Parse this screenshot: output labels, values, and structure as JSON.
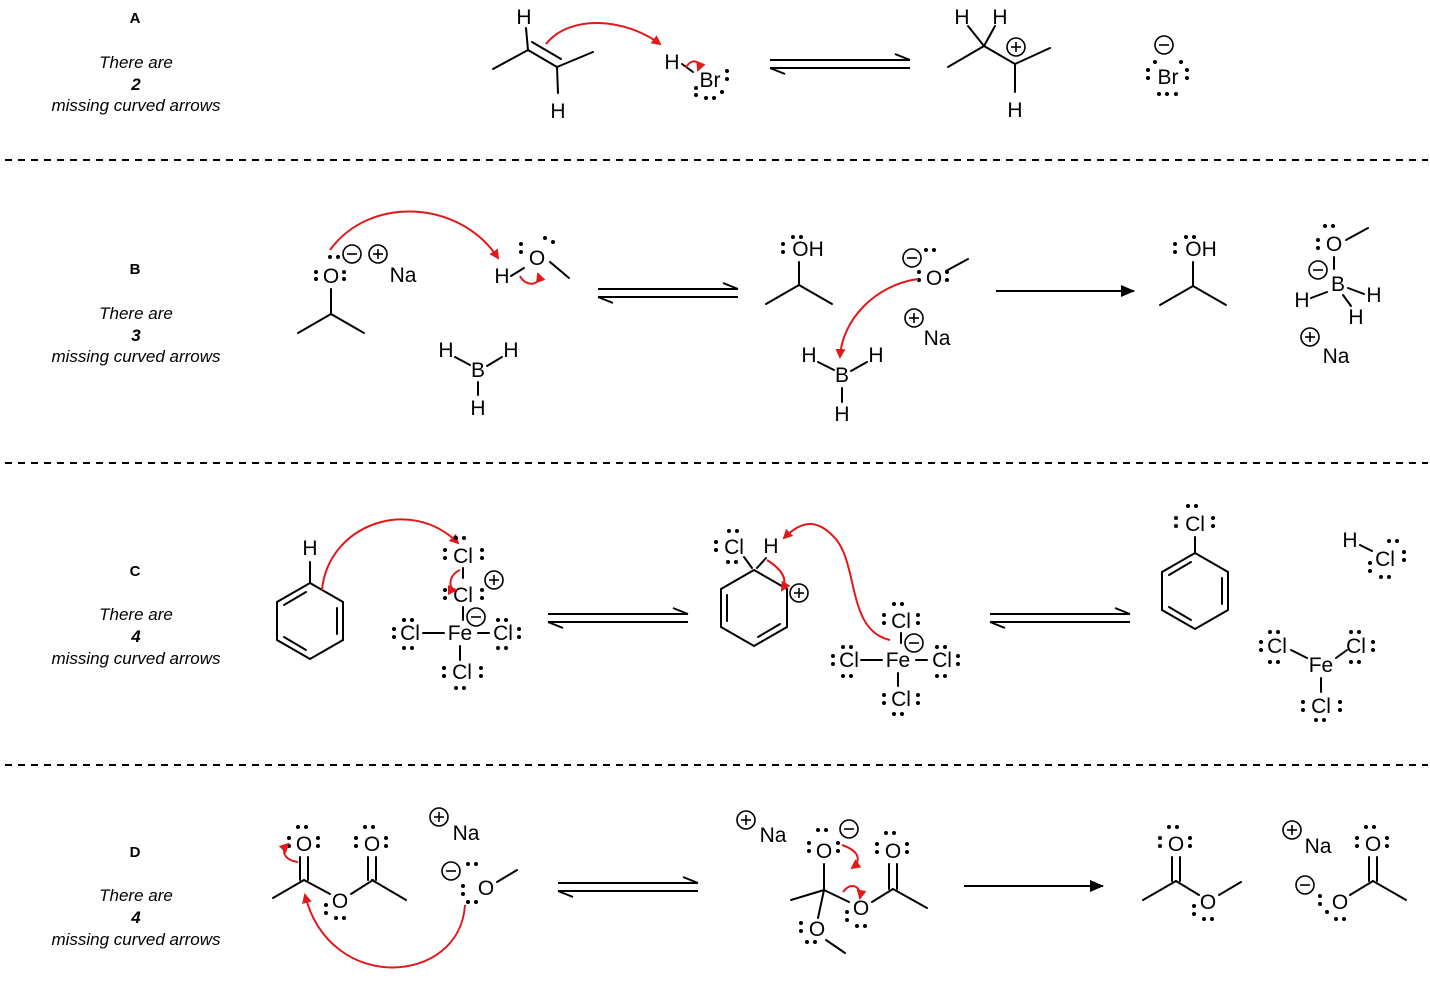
{
  "colors": {
    "arrow_red": "#e0191b",
    "ink": "#000000",
    "background": "#ffffff"
  },
  "sections": [
    {
      "letter": "A",
      "note_line1": "There are",
      "note_count": "2",
      "note_line2": "missing curved arrows"
    },
    {
      "letter": "B",
      "note_line1": "There are",
      "note_count": "3",
      "note_line2": "missing curved arrows"
    },
    {
      "letter": "C",
      "note_line1": "There are",
      "note_count": "4",
      "note_line2": "missing curved arrows"
    },
    {
      "letter": "D",
      "note_line1": "There are",
      "note_count": "4",
      "note_line2": "missing curved arrows"
    }
  ],
  "atoms": {
    "H": "H",
    "Br": "Br",
    "O": "O",
    "OH": "OH",
    "Na": "Na",
    "B": "B",
    "Cl": "Cl",
    "Fe": "Fe"
  },
  "reaction_arrows": {
    "A": [
      "equilibrium"
    ],
    "B": [
      "equilibrium",
      "forward"
    ],
    "C": [
      "equilibrium",
      "equilibrium"
    ],
    "D": [
      "equilibrium",
      "forward"
    ]
  },
  "icons": {
    "curved_arrow": "red-curved-electron-arrow",
    "positive_charge": "circled-plus",
    "negative_charge": "circled-minus",
    "lone_pair": "dot-pair"
  }
}
